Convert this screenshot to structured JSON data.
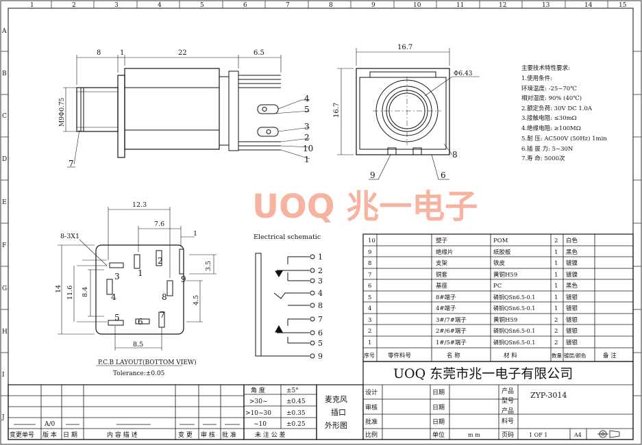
{
  "border": {
    "cols": [
      "1",
      "2",
      "3",
      "4",
      "5",
      "6",
      "7",
      "8",
      "9",
      "10",
      "11",
      "12",
      "13",
      "14",
      "15"
    ],
    "rows": [
      "A",
      "B",
      "C",
      "D",
      "E",
      "F",
      "G",
      "H",
      "I",
      "J"
    ]
  },
  "side_view": {
    "dims": [
      "8",
      "1",
      "22",
      "6.5"
    ],
    "thread_label": "M9Φ0.75",
    "callouts": [
      "4",
      "5",
      "3",
      "2",
      "10",
      "1",
      "7"
    ]
  },
  "front_view": {
    "width_dim": "16.7",
    "height_dim": "16.7",
    "diameter": "Φ6.43",
    "callouts": [
      "8",
      "9",
      "6"
    ]
  },
  "specs": {
    "heading": "主要技术特性要求:",
    "lines": [
      "1.使用条件:",
      "   环境温度: -25~70℃",
      "   相对湿度: 90% (40℃)",
      "2.额定负荷: 30V DC 1.0A",
      "3.接触电阻: ≤30mΩ",
      "4.绝缘电阻: ≥100MΩ",
      "5.耐    压: AC500V (50Hz) 1min",
      "6.插 拔 力: 5~30N",
      "7.寿    命: 5000次"
    ]
  },
  "watermark": "UOQ 兆一电子",
  "pcb": {
    "dims": [
      "12.3",
      "7.6",
      "1",
      "8-3X1",
      "3.5",
      "11.6",
      "8.4",
      "14",
      "4.5",
      "8.5"
    ],
    "pins": [
      "1",
      "2",
      "3",
      "4",
      "8",
      "9",
      "5",
      "6",
      "7"
    ],
    "title": "P.C.B LAYOUT(BOTTOM VIEW)",
    "tolerance": "Tolerance:±0.05"
  },
  "schematic": {
    "title": "Electrical schematic",
    "pins": [
      "1",
      "2",
      "3",
      "4",
      "8",
      "7",
      "6",
      "5",
      "9"
    ]
  },
  "bom": {
    "rows": [
      [
        "10",
        "",
        "塑子",
        "POM",
        "2",
        "白色",
        ""
      ],
      [
        "9",
        "",
        "绝缘片",
        "纸胶板",
        "1",
        "黑色",
        ""
      ],
      [
        "8",
        "",
        "支架",
        "铁皮",
        "1",
        "镀镍",
        ""
      ],
      [
        "7",
        "",
        "铜套",
        "黄铜H59",
        "1",
        "镀镍",
        ""
      ],
      [
        "6",
        "",
        "基座",
        "PC",
        "1",
        "黑色",
        ""
      ],
      [
        "5",
        "",
        "8#端子",
        "磷铜QSn6.5-0.1",
        "1",
        "镀银",
        ""
      ],
      [
        "4",
        "",
        "4#端子",
        "磷铜QSn6.5-0.1",
        "1",
        "镀银",
        ""
      ],
      [
        "3",
        "",
        "3#/7#端子",
        "黄铜H59",
        "2",
        "镀银",
        ""
      ],
      [
        "2",
        "",
        "2#/6#端子",
        "磷铜QSn6.5-0.1",
        "2",
        "镀银",
        ""
      ],
      [
        "1",
        "",
        "1#/5#端子",
        "磷铜QSn6.5-0.1",
        "2",
        "镀银",
        ""
      ]
    ],
    "header": [
      "序号",
      "零件料号",
      "名    称",
      "材    料",
      "数量",
      "镀层/颜色",
      "备  注"
    ]
  },
  "title_block": {
    "company": "UOQ 东莞市兆一电子有限公司",
    "design": "设计",
    "review": "审核",
    "approve": "批准",
    "scale": "比例",
    "date": "日期",
    "unit": "单位",
    "unit_val": "m m",
    "model_label": "产品型号",
    "model": "ZYP-3014",
    "part_label": "产品料号",
    "page_label": "页码",
    "page": "1 OF 1",
    "size": "A4",
    "drawing_name": [
      "麦克风",
      "插口",
      "外形图"
    ]
  },
  "tolerance_table": {
    "header": [
      "角  度",
      "±5°"
    ],
    "rows": [
      [
        ">30~",
        "±0.45"
      ],
      [
        ">10~30",
        "±0.35"
      ],
      [
        "~10",
        "±0.25"
      ]
    ],
    "footer": "未 注 公 差"
  },
  "revision": {
    "labels": [
      "变更单号",
      "版 本",
      "日  期",
      "内 容 描 述",
      "变  更",
      "审  核",
      "批 准"
    ],
    "version": "A/0"
  }
}
